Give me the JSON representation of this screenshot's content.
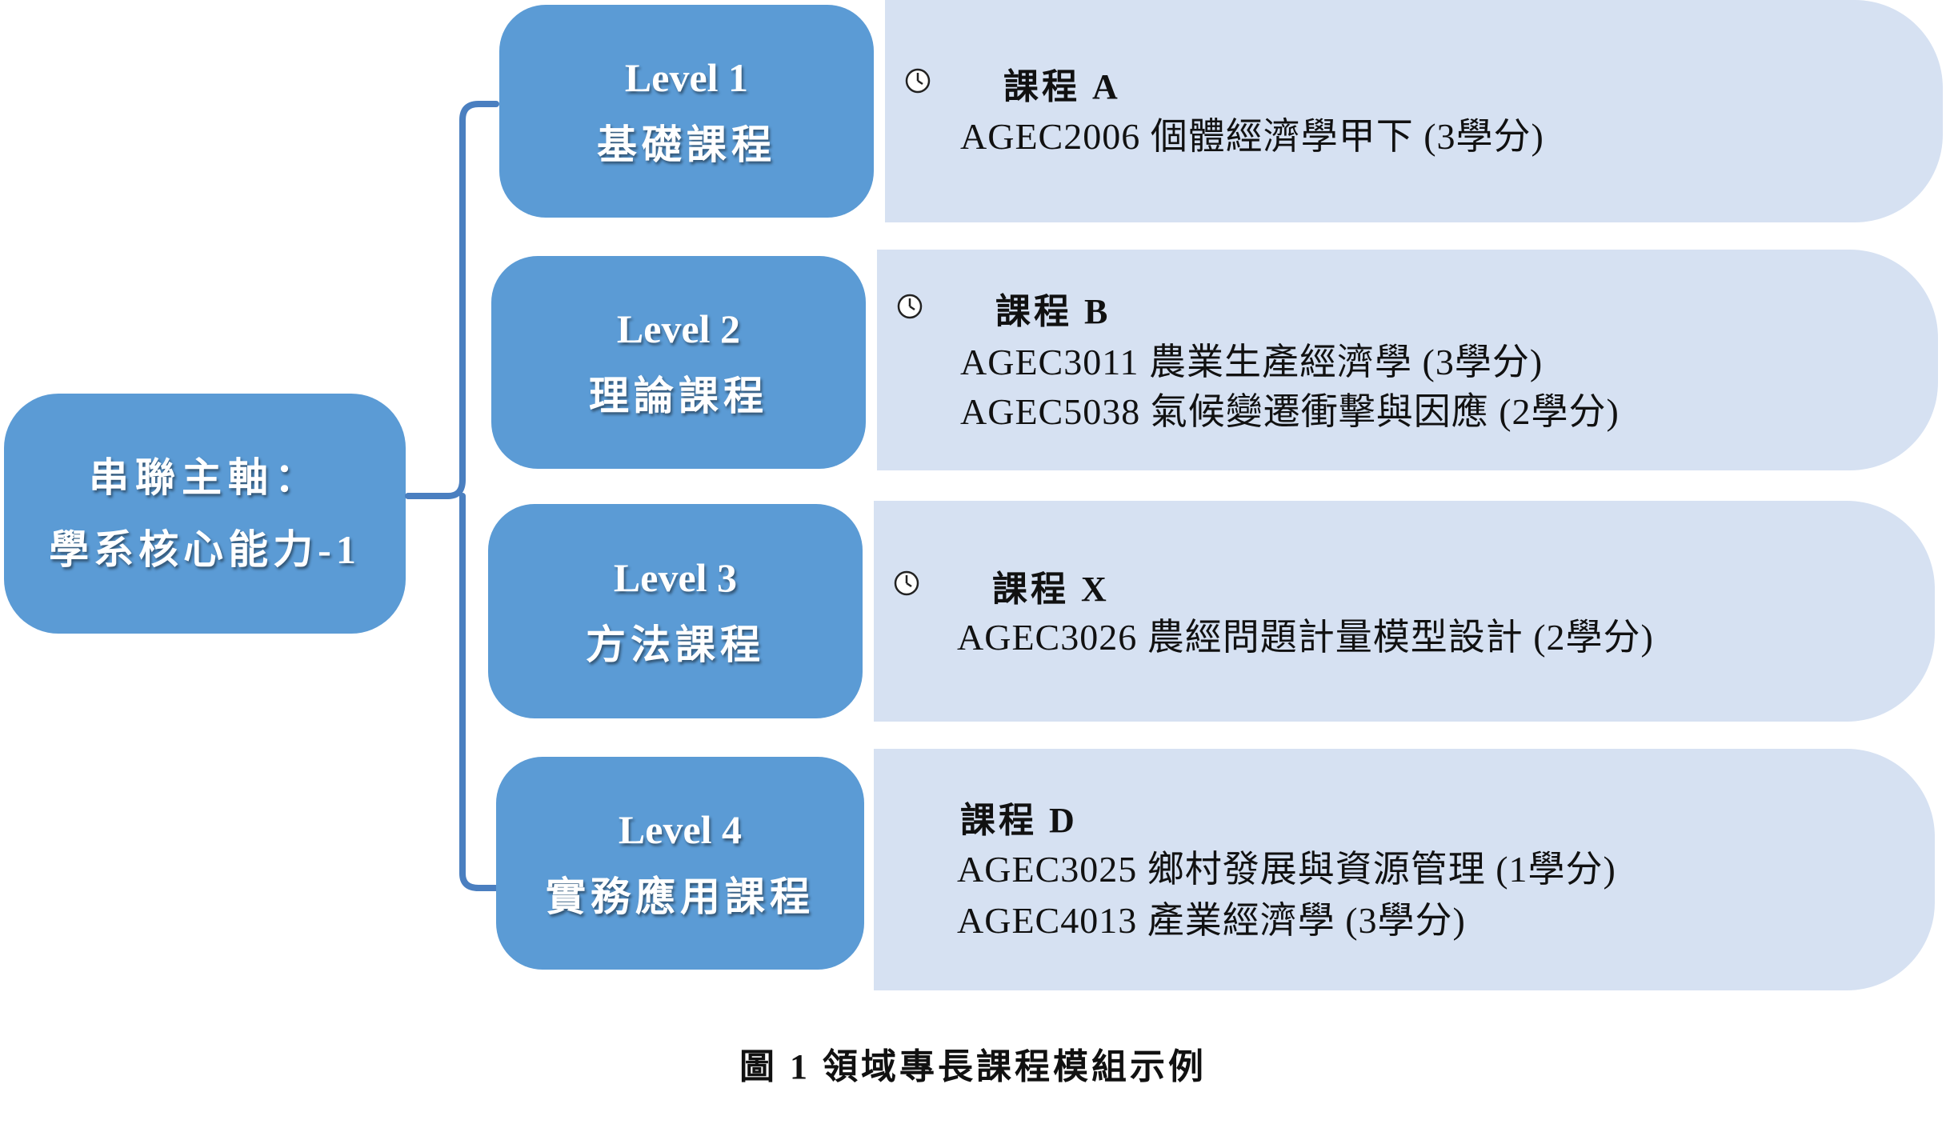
{
  "root": {
    "line1": "串聯主軸：",
    "line2": "學系核心能力-1"
  },
  "levels": [
    {
      "level": "Level 1",
      "name": "基礎課程",
      "course_title": "課程 A",
      "has_clock_icon": true,
      "courses": [
        "AGEC2006 個體經濟學甲下 (3學分)"
      ]
    },
    {
      "level": "Level 2",
      "name": "理論課程",
      "course_title": "課程 B",
      "has_clock_icon": true,
      "courses": [
        "AGEC3011 農業生產經濟學 (3學分)",
        "AGEC5038 氣候變遷衝擊與因應 (2學分)"
      ]
    },
    {
      "level": "Level 3",
      "name": "方法課程",
      "course_title": "課程 X",
      "has_clock_icon": true,
      "courses": [
        "AGEC3026 農經問題計量模型設計  (2學分)"
      ]
    },
    {
      "level": "Level 4",
      "name": "實務應用課程",
      "course_title": "課程 D",
      "has_clock_icon": false,
      "courses": [
        "AGEC3025 鄉村發展與資源管理  (1學分)",
        "AGEC4013 產業經濟學   (3學分)"
      ]
    }
  ],
  "caption": "圖 1 領域專長課程模組示例",
  "colors": {
    "box_blue": "#5b9bd5",
    "panel_light": "#d6e1f2",
    "connector": "#4a7fc0"
  }
}
